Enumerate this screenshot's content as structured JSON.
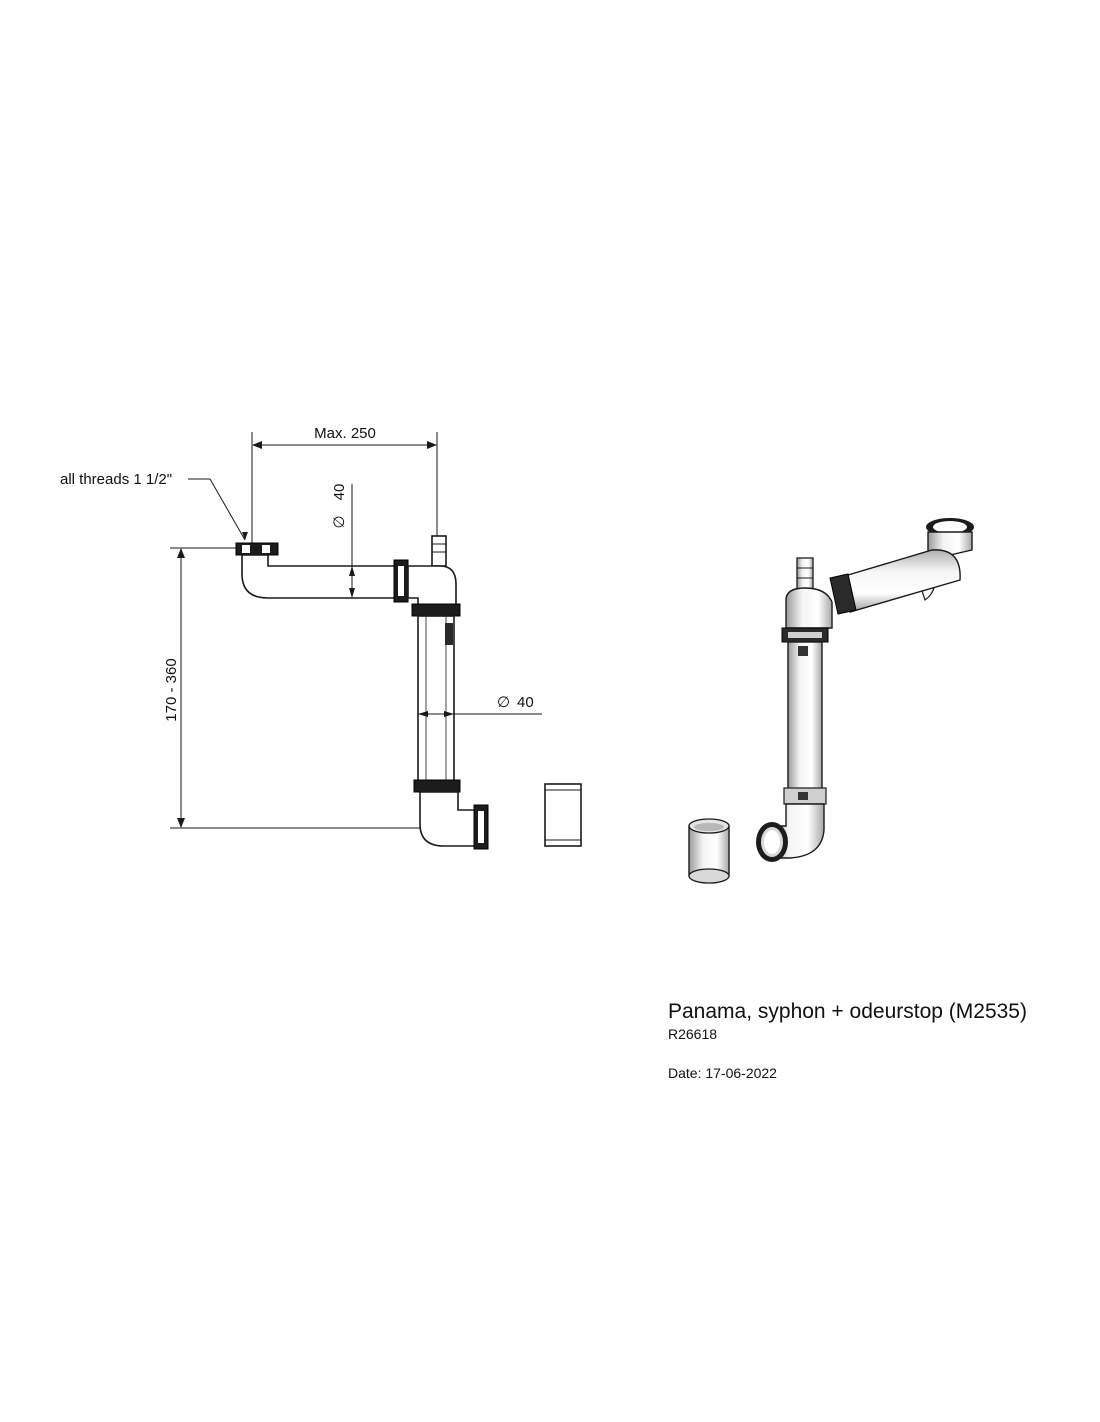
{
  "drawing": {
    "labels": {
      "thread_note": "all threads 1 1/2\"",
      "width_dim": "Max. 250",
      "diameter_top_symbol": "∅",
      "diameter_top_value": "40",
      "diameter_bottom_symbol": "∅",
      "diameter_bottom_value": "40",
      "height_dim": "170 - 360"
    }
  },
  "title_block": {
    "title": "Panama, syphon + odeurstop (M2535)",
    "code": "R26618",
    "date": "Date: 17-06-2022"
  },
  "colors": {
    "line": "#1a1a1a",
    "nut": "#1c1c1c",
    "background": "#ffffff"
  }
}
